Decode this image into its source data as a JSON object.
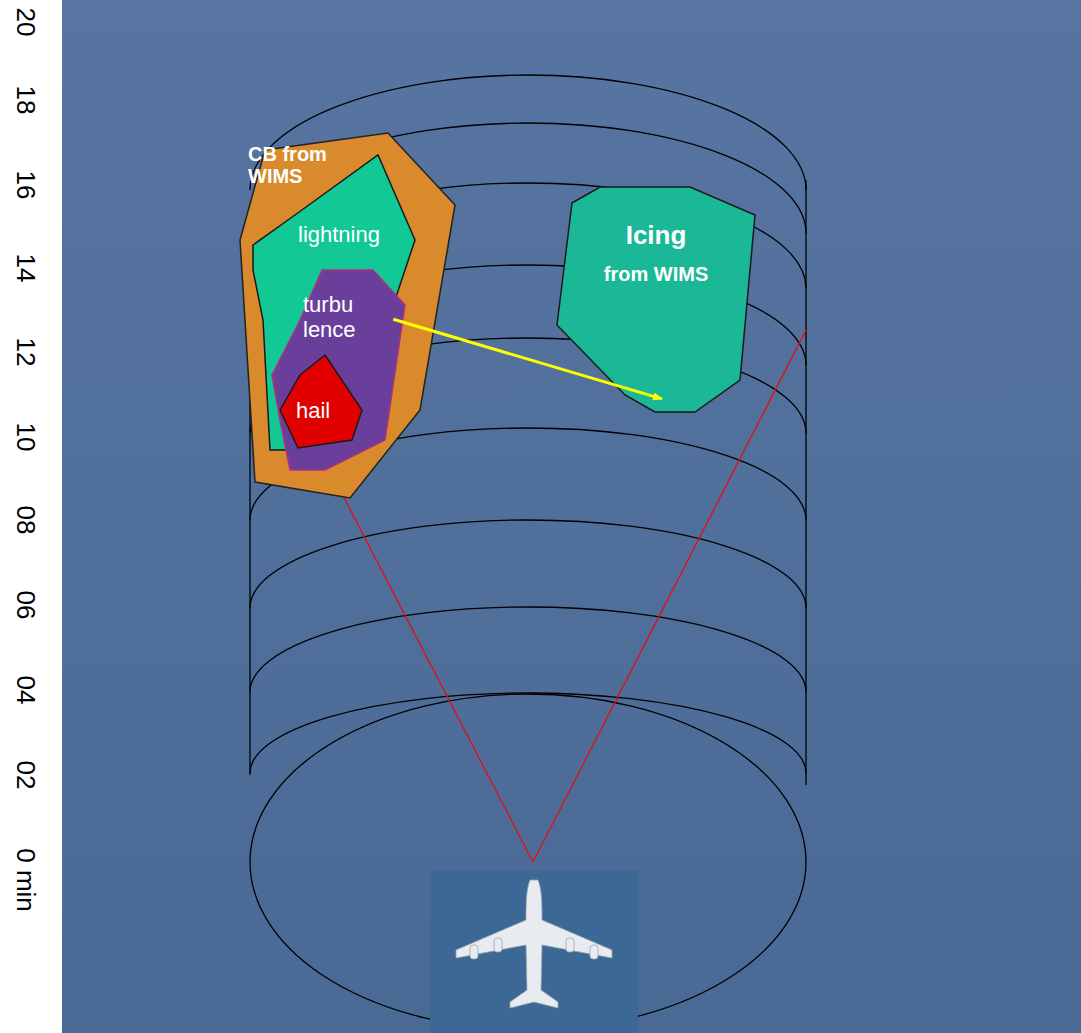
{
  "diagram": {
    "nodes": [
      {
        "text": [
          "CB from WIMS"
        ]
      },
      {
        "text": [
          "lightning"
        ],
        "in": 0
      },
      {
        "text": [
          "turbu lence"
        ],
        "in": 1
      },
      {
        "text": [
          "hail"
        ],
        "in": 2
      },
      {
        "text": [
          "Icing",
          "from WIMS"
        ]
      }
    ],
    "edges": [
      {
        "from": 2,
        "to": 4,
        "arrow": "to"
      }
    ],
    "labels": [
      "20",
      "18",
      "16",
      "14",
      "12",
      "10",
      "08",
      "06",
      "04",
      "02",
      "0 min"
    ]
  }
}
